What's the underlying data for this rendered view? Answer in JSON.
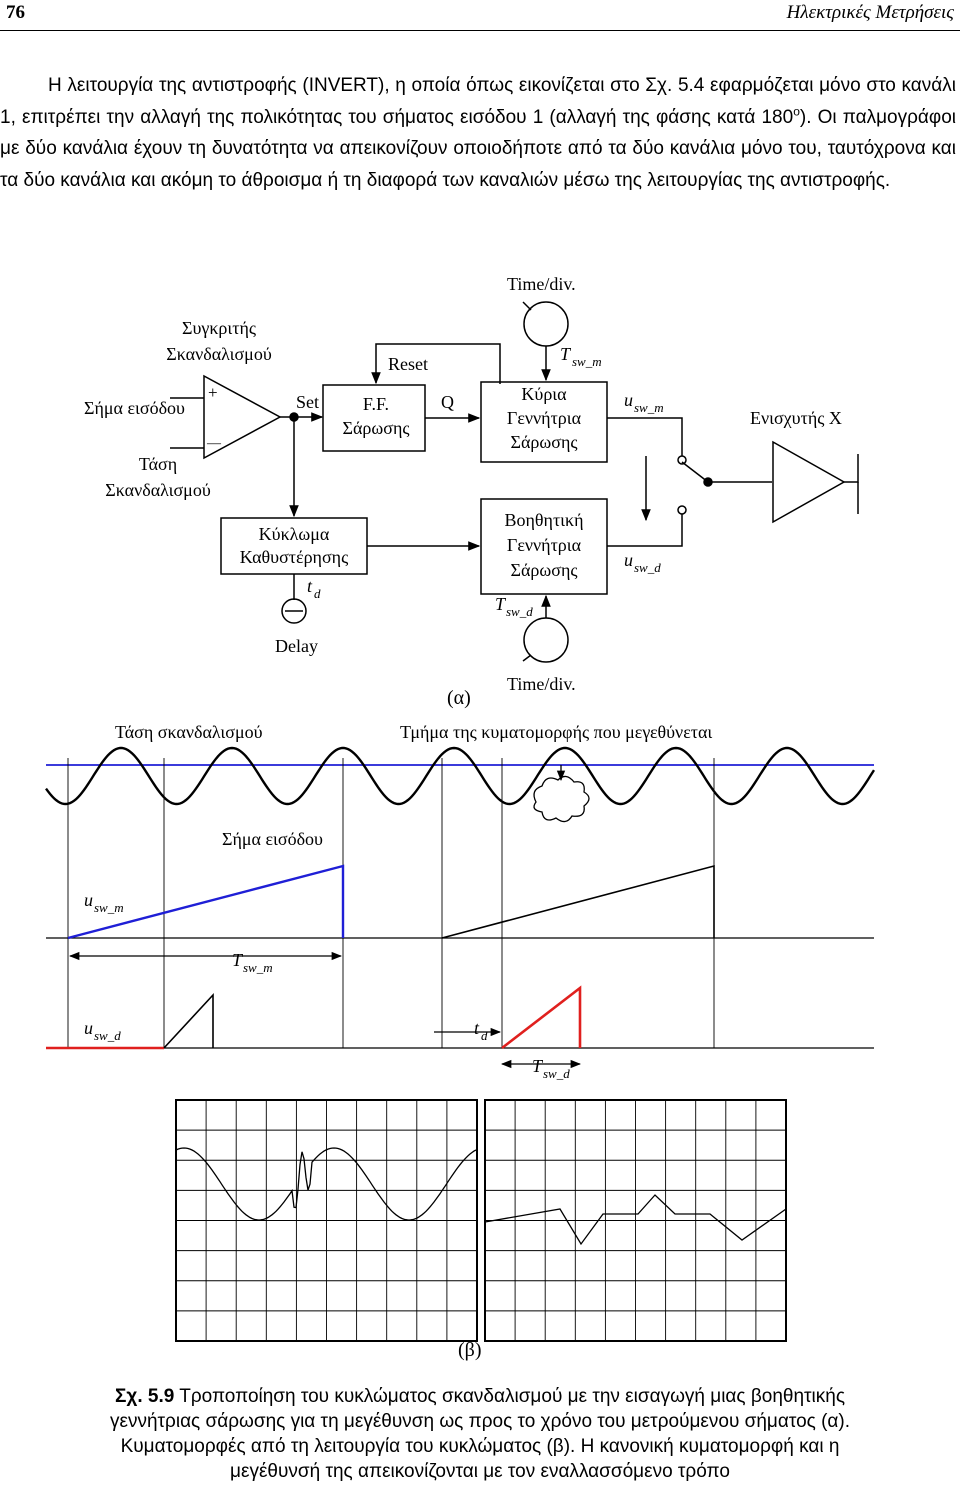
{
  "header": {
    "page_number": "76",
    "title": "Ηλεκτρικές Μετρήσεις"
  },
  "body_text": {
    "text_before_sup": "Η λειτουργία της αντιστροφής (INVERT), η οποία όπως εικονίζεται στο Σχ. 5.4 εφαρμόζεται μόνο στο κανάλι 1, επιτρέπει την αλλαγή της πολικότητας του σήματος εισόδου 1 (αλλαγή της φάσης κατά 180",
    "sup": "ο",
    "text_after_sup": "). Οι παλμογράφοι με δύο κανάλια έχουν τη δυνατότητα να απεικονίζουν οποιοδήποτε από τα δύο κανάλια μόνο του, ταυτόχρονα και τα δύο κανάλια και ακόμη το άθροισμα ή τη διαφορά των καναλιών μέσω της λειτουργίας της αντιστροφής."
  },
  "diagram_a": {
    "time_div_top": "Time/div.",
    "comparator_label_1": "Συγκριτής",
    "comparator_label_2": "Σκανδαλισμού",
    "input_signal": "Σήμα εισόδου",
    "trigger_voltage_1": "Τάση",
    "trigger_voltage_2": "Σκανδαλισμού",
    "plus": "+",
    "minus": "—",
    "set": "Set",
    "reset": "Reset",
    "ff_1": "F.F.",
    "ff_2": "Σάρωσης",
    "q": "Q",
    "main_gen_1": "Κύρια",
    "main_gen_2": "Γεννήτρια",
    "main_gen_3": "Σάρωσης",
    "aux_gen_1": "Βοηθητική",
    "aux_gen_2": "Γεννήτρια",
    "aux_gen_3": "Σάρωσης",
    "delay_1": "Κύκλωμα",
    "delay_2": "Καθυστέρησης",
    "td_t": "t",
    "td_sub": "d",
    "delay_knob": "Delay",
    "tswm_t": "T",
    "tswm_sub": "sw_m",
    "tswd_t": "T",
    "tswd_sub": "sw_d",
    "uswm_u": "u",
    "uswm_sub": "sw_m",
    "uswd_u": "u",
    "uswd_sub": "sw_d",
    "amplifier": "Ενισχυτής Χ",
    "time_div_bottom": "Time/div.",
    "label": "(α)"
  },
  "waveforms": {
    "trigger_voltage": "Τάση σκανδαλισμού",
    "magnified_part": "Τμήμα της κυματομορφής που μεγεθύνεται",
    "input_signal": "Σήμα εισόδου",
    "uswm_u": "u",
    "uswm_sub": "sw_m",
    "tswm_t": "T",
    "tswm_sub": "sw_m",
    "uswd_u": "u",
    "uswd_sub": "sw_d",
    "td_t": "t",
    "td_sub": "d",
    "tswd_t": "T",
    "tswd_sub": "sw_d"
  },
  "screens": {
    "label": "(β)"
  },
  "caption": {
    "label": "Σχ. 5.9",
    "text": " Τροποποίηση του κυκλώματος σκανδαλισμού με την εισαγωγή μιας βοηθητικής γεννήτριας σάρωσης για τη μεγέθυνση ως προς το χρόνο του μετρούμενου σήματος (α). Κυματομορφές από τη λειτουργία του κυκλώματος (β). Η κανονική κυματομορφή και η μεγέθυνσή της απεικονίζονται με τον εναλλασσόμενο τρόπο"
  },
  "colors": {
    "ink": "#000000",
    "accent_blue": "#1f1fd6",
    "accent_red": "#e0201e"
  }
}
